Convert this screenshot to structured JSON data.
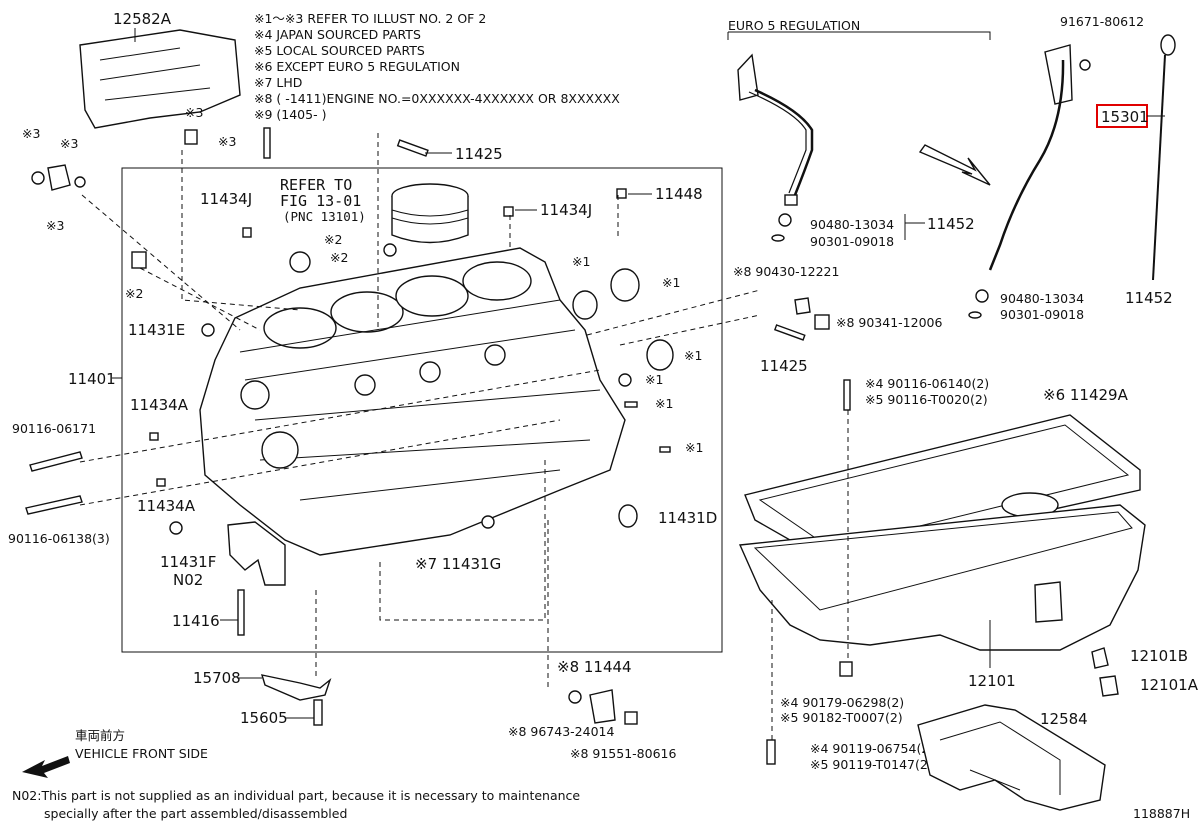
{
  "notes": {
    "n1": "※1〜※3  REFER TO ILLUST NO. 2 OF 2",
    "n4": "※4 JAPAN SOURCED PARTS",
    "n5": "※5 LOCAL SOURCED PARTS",
    "n6": "※6 EXCEPT EURO 5 REGULATION",
    "n7": "※7 LHD",
    "n8": "※8 (      -1411)ENGINE NO.=0XXXXXX-4XXXXXX OR 8XXXXXX",
    "n9": "※9 (1405-      )"
  },
  "refer": {
    "line1": "REFER TO",
    "line2": "FIG 13-01",
    "line3": "(PNC 13101)"
  },
  "euro5": "EURO 5 REGULATION",
  "labels": {
    "p12582A": "12582A",
    "p11434J_left": "11434J",
    "p11434J_mid": "11434J",
    "p11425_top": "11425",
    "p11448": "11448",
    "p11431E": "11431E",
    "p11401": "11401",
    "p11434A_top": "11434A",
    "p11434A_bottom": "11434A",
    "p90116_06171": "90116-06171",
    "p90116_06138": "90116-06138(3)",
    "p11431F": "11431F",
    "n02": "N02",
    "p11416": "11416",
    "p15708": "15708",
    "p15605": "15605",
    "p11431D": "11431D",
    "p11431G": "※7 11431G",
    "p11444": "※8 11444",
    "p96743": "※8 96743-24014",
    "p91551": "※8 91551-80616",
    "p90430": "※8 90430-12221",
    "p90341": "※8 90341-12006",
    "p11425_right": "11425",
    "p90480_a": "90480-13034",
    "p90301_a": "90301-09018",
    "p11452_a": "11452",
    "p91671": "91671-80612",
    "p15301": "15301",
    "p90480_b": "90480-13034",
    "p90301_b": "90301-09018",
    "p11452_b": "11452",
    "p90116_06140": "※4 90116-06140(2)",
    "p90116_T0020": "※5 90116-T0020(2)",
    "p11429A": "※6 11429A",
    "p12101": "12101",
    "p12101B": "12101B",
    "p12101A": "12101A",
    "p90179": "※4 90179-06298(2)",
    "p90182": "※5 90182-T0007(2)",
    "p12584": "12584",
    "p90119_06754": "※4 90119-06754(22)",
    "p90119_T0147": "※5 90119-T0147(22)"
  },
  "marks": {
    "m1": "※1",
    "m2": "※2",
    "m3": "※3"
  },
  "vehicle": {
    "jp": "車両前方",
    "en": "VEHICLE FRONT SIDE"
  },
  "footer": {
    "line1": "N02:This part is not supplied as an individual part, because it is necessary to maintenance",
    "line2": "specially after the part assembled/disassembled",
    "code": "118887H"
  },
  "colors": {
    "highlight": "#e00000",
    "ink": "#111111"
  }
}
